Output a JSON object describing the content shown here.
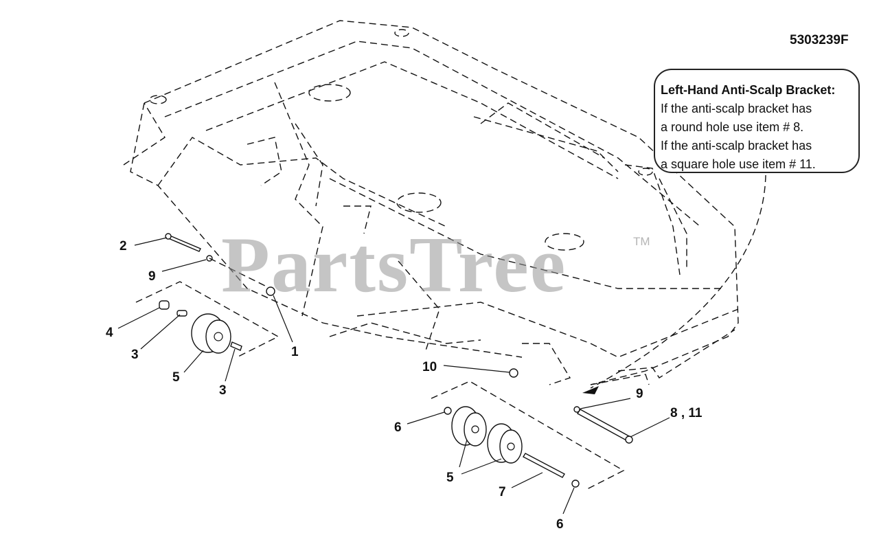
{
  "diagram_number": "5303239F",
  "watermark": "PartsTree",
  "trademark": "TM",
  "note": {
    "title": "Left-Hand Anti-Scalp Bracket:",
    "lines": [
      "If the anti-scalp bracket has",
      "a round hole use item # 8.",
      "If the anti-scalp bracket has",
      "a square hole use item # 11."
    ]
  },
  "callouts": {
    "c1": "1",
    "c2": "2",
    "c3a": "3",
    "c3b": "3",
    "c4": "4",
    "c5a": "5",
    "c5b": "5",
    "c6a": "6",
    "c6b": "6",
    "c7": "7",
    "c8_11": "8 , 11",
    "c9a": "9",
    "c9b": "9",
    "c10": "10"
  }
}
